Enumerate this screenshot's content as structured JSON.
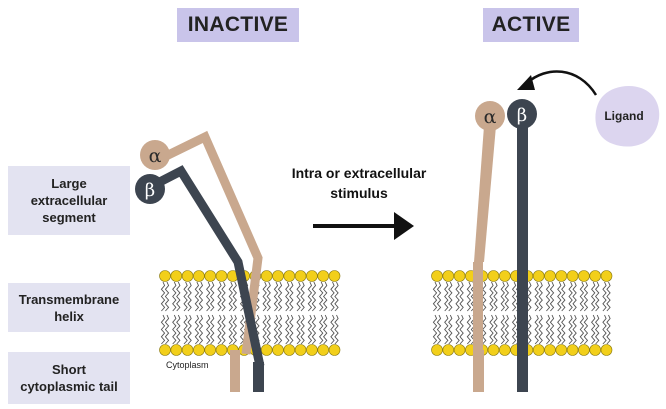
{
  "states": {
    "inactive": "INACTIVE",
    "active": "ACTIVE"
  },
  "labels": {
    "extracellular": "Large\nextracellular\nsegment",
    "transmembrane": "Transmembrane\nhelix",
    "tail": "Short\ncytoplasmic tail"
  },
  "stimulus": "Intra or extracellular\nstimulus",
  "cytoplasm": "Cytoplasm",
  "ligand": "Ligand",
  "subunits": {
    "alpha": "α",
    "beta": "β"
  },
  "colors": {
    "alpha": "#c9a88e",
    "beta": "#3d4550",
    "membrane_head": "#f2cf1a",
    "state_label_bg": "#c9c4ea",
    "side_label_bg": "#e3e3f1",
    "ligand_bg": "#dcd5ef"
  }
}
